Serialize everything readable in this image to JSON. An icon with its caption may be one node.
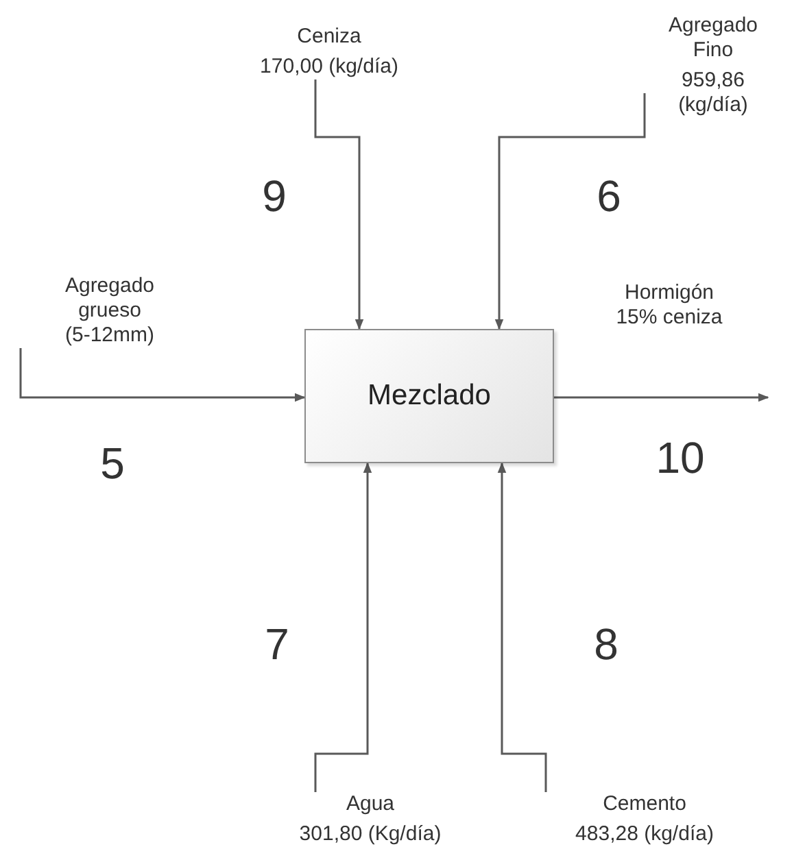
{
  "diagram": {
    "nodes": [
      {
        "text": [
          "Ceniza",
          "170,00 (kg/día)"
        ]
      },
      {
        "text": [
          "Agregado Fino",
          "959,86 (kg/día)"
        ]
      },
      {
        "text": [
          "Agregado grueso (5-12mm)"
        ]
      },
      {
        "text": [
          "Mezclado"
        ]
      },
      {
        "text": [
          "Agua",
          "301,80 (Kg/día)"
        ]
      },
      {
        "text": [
          "Cemento",
          "483,28 (kg/día)"
        ]
      }
    ],
    "edges": [
      {
        "from": 0,
        "to": 3,
        "arrow": "to"
      },
      {
        "from": 1,
        "to": 3,
        "arrow": "to"
      },
      {
        "from": 2,
        "to": 3,
        "arrow": "to"
      },
      {
        "from": 3,
        "to": null,
        "arrow": "to"
      },
      {
        "from": 4,
        "to": 3,
        "arrow": "to"
      },
      {
        "from": 5,
        "to": 3,
        "arrow": "to"
      }
    ],
    "labels": [
      "9",
      "6",
      "Hormigón 15% ceniza",
      "5",
      "10",
      "7",
      "8"
    ]
  }
}
